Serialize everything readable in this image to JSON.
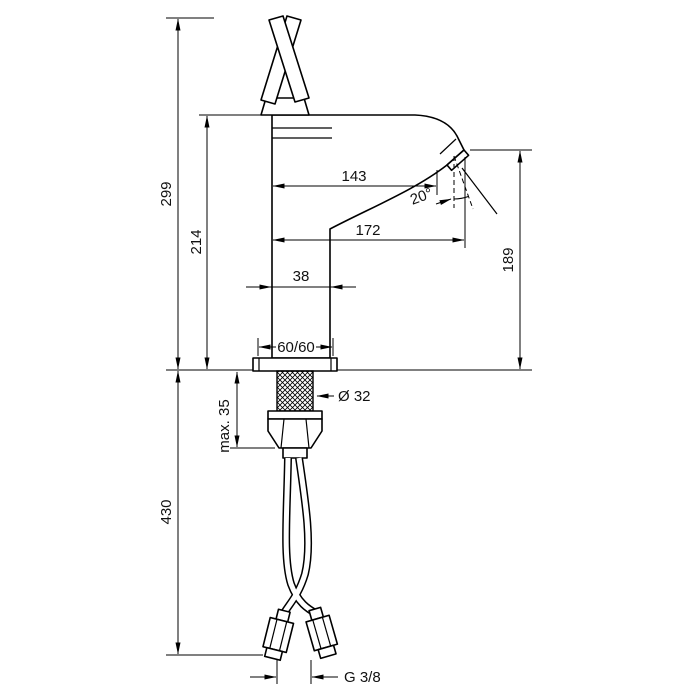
{
  "drawing": {
    "dimensions": {
      "total_height": "299",
      "body_height": "214",
      "hose_length": "430",
      "spout_reach": "143",
      "total_reach": "172",
      "body_width": "38",
      "spray_angle": "20°",
      "outlet_height": "189",
      "base_plate": "60/60",
      "hole_diameter": "Ø 32",
      "max_mounting_thickness": "max. 35",
      "connection_thread": "G 3/8"
    }
  }
}
